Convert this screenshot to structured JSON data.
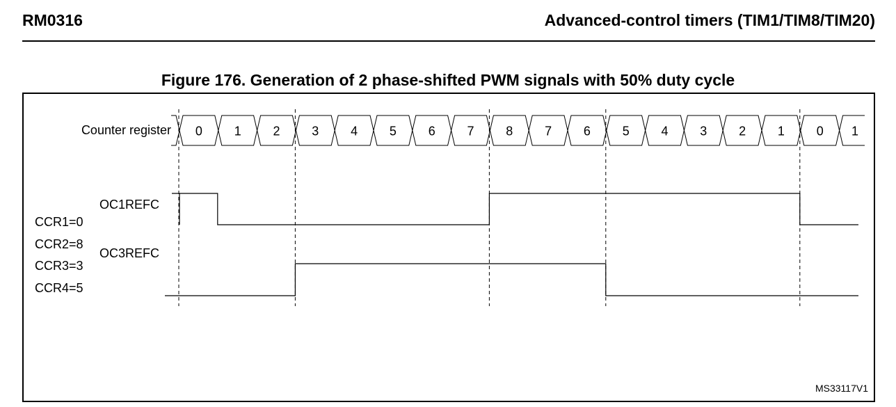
{
  "header": {
    "doc_id": "RM0316",
    "section_title": "Advanced-control timers (TIM1/TIM8/TIM20)"
  },
  "figure": {
    "title": "Figure 176. Generation of 2 phase-shifted PWM signals with 50% duty cycle",
    "figure_id": "MS33117V1",
    "counter_label": "Counter register",
    "counter_values": [
      "0",
      "1",
      "2",
      "3",
      "4",
      "5",
      "6",
      "7",
      "8",
      "7",
      "6",
      "5",
      "4",
      "3",
      "2",
      "1",
      "0",
      "1"
    ],
    "signals": [
      {
        "name": "OC1REFC",
        "levels": [
          1,
          0,
          0,
          0,
          0,
          0,
          0,
          0,
          1,
          1,
          1,
          1,
          1,
          1,
          1,
          1,
          0,
          0
        ]
      },
      {
        "name": "OC3REFC",
        "levels": [
          0,
          0,
          0,
          1,
          1,
          1,
          1,
          1,
          1,
          1,
          1,
          0,
          0,
          0,
          0,
          0,
          0,
          0
        ]
      }
    ],
    "ccr_labels": [
      "CCR1=0",
      "CCR2=8",
      "CCR3=3",
      "CCR4=5"
    ],
    "marker_steps": [
      0,
      3,
      8,
      11,
      16
    ]
  }
}
